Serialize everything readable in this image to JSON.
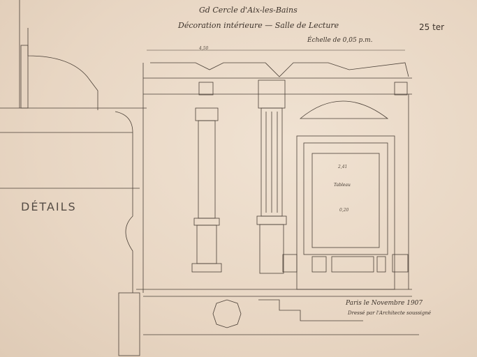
{
  "header": {
    "title": "Gd Cercle d'Aix-les-Bains",
    "subtitle": "Décoration intérieure — Salle de Lecture",
    "scale": "Échelle de 0,05 p.m.",
    "plate_number": "25 ter"
  },
  "labels": {
    "details": "DÉTAILS",
    "panel": "Tableau",
    "dim_top": "2,41",
    "dim_mid": "0,20",
    "dim_side": "4,50"
  },
  "footer": {
    "date": "Paris le Novembre 1907",
    "signed": "Dressé par l'Architecte soussigné"
  },
  "colors": {
    "paper": "#e9d9c7",
    "ink": "#3d332b"
  }
}
